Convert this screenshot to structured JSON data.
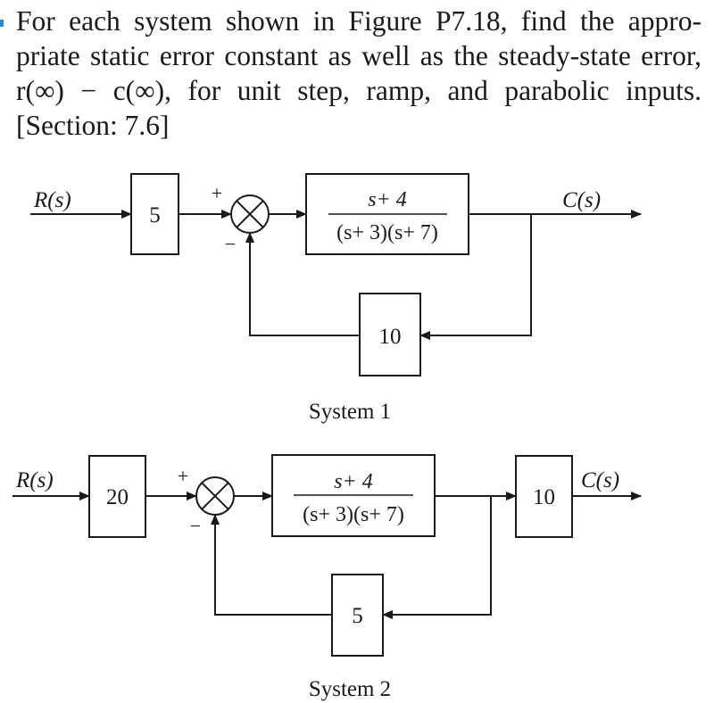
{
  "problem": {
    "line1": "For each system shown in Figure P7.18, find the appro-",
    "line2": "priate static error constant as well as the steady-state error,",
    "line3": "r(∞) − c(∞), for unit step, ramp, and parabolic inputs.",
    "line4": "[Section: 7.6]"
  },
  "system1": {
    "caption": "System 1",
    "input_label": "R(s)",
    "output_label": "C(s)",
    "pre_gain": "5",
    "plant_numerator": "s+ 4",
    "plant_denominator": "(s+ 3)(s+ 7)",
    "feedback_gain": "10",
    "sum_plus": "+",
    "sum_minus": "−"
  },
  "system2": {
    "caption": "System 2",
    "input_label": "R(s)",
    "output_label": "C(s)",
    "pre_gain": "20",
    "plant_numerator": "s+ 4",
    "plant_denominator": "(s+ 3)(s+ 7)",
    "post_gain": "10",
    "feedback_gain": "5",
    "sum_plus": "+",
    "sum_minus": "−"
  }
}
